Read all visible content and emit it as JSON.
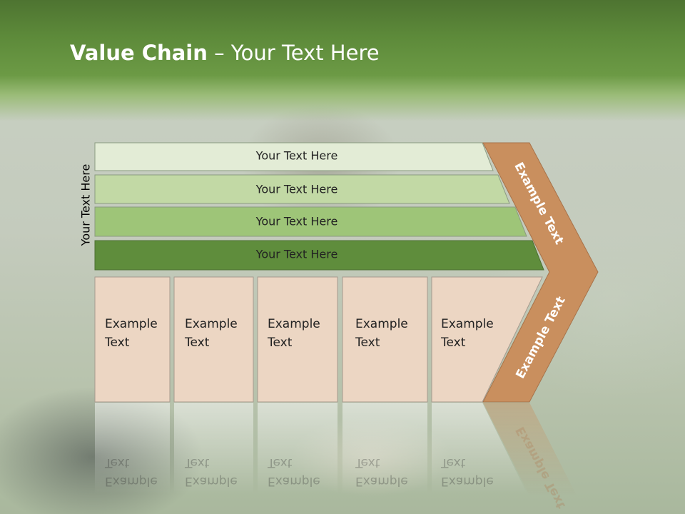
{
  "title": {
    "bold": "Value Chain",
    "rest": " – Your Text Here"
  },
  "side_label": "Your Text Here",
  "bars": [
    {
      "label": "Your Text Here",
      "color": "#e3ecd6"
    },
    {
      "label": "Your Text Here",
      "color": "#c2d9a5"
    },
    {
      "label": "Your Text Here",
      "color": "#9ec578"
    },
    {
      "label": "Your Text Here",
      "color": "#5f8d3c"
    }
  ],
  "boxes": [
    {
      "line1": "Example",
      "line2": "Text"
    },
    {
      "line1": "Example",
      "line2": "Text"
    },
    {
      "line1": "Example",
      "line2": "Text"
    },
    {
      "line1": "Example",
      "line2": "Text"
    },
    {
      "line1": "Example",
      "line2": "Text"
    }
  ],
  "chevron": {
    "top_label": "Example Text",
    "bottom_label": "Example Text",
    "color": "#c98f5e"
  },
  "colors": {
    "box_fill": "#ecd6c3",
    "box_stroke": "#a69a8e",
    "header_green": "#5d8a3a"
  }
}
